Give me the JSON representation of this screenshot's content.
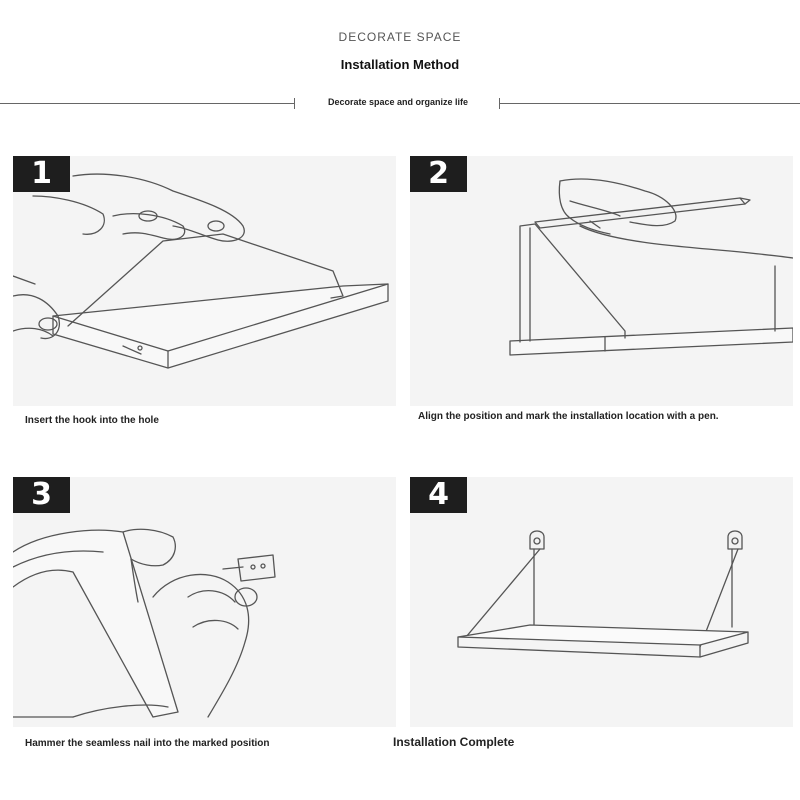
{
  "header": {
    "brand": "DECORATE SPACE",
    "title": "Installation Method",
    "subtitle": "Decorate space and organize life"
  },
  "steps": [
    {
      "number": "1",
      "caption": "Insert the hook into the hole",
      "icon": "hand-inserting-hook-illustration"
    },
    {
      "number": "2",
      "caption": "Align the position and mark the installation location with a pen.",
      "icon": "pen-marking-wall-illustration"
    },
    {
      "number": "3",
      "caption": "Hammer the seamless nail into the marked position",
      "icon": "hammer-nail-illustration"
    },
    {
      "number": "4",
      "caption": "Installation Complete",
      "icon": "hanging-shelf-illustration"
    }
  ],
  "colors": {
    "panel_background": "#f4f4f4",
    "badge_background": "#1e1e1e",
    "badge_text": "#ffffff",
    "line_art": "#555555"
  }
}
